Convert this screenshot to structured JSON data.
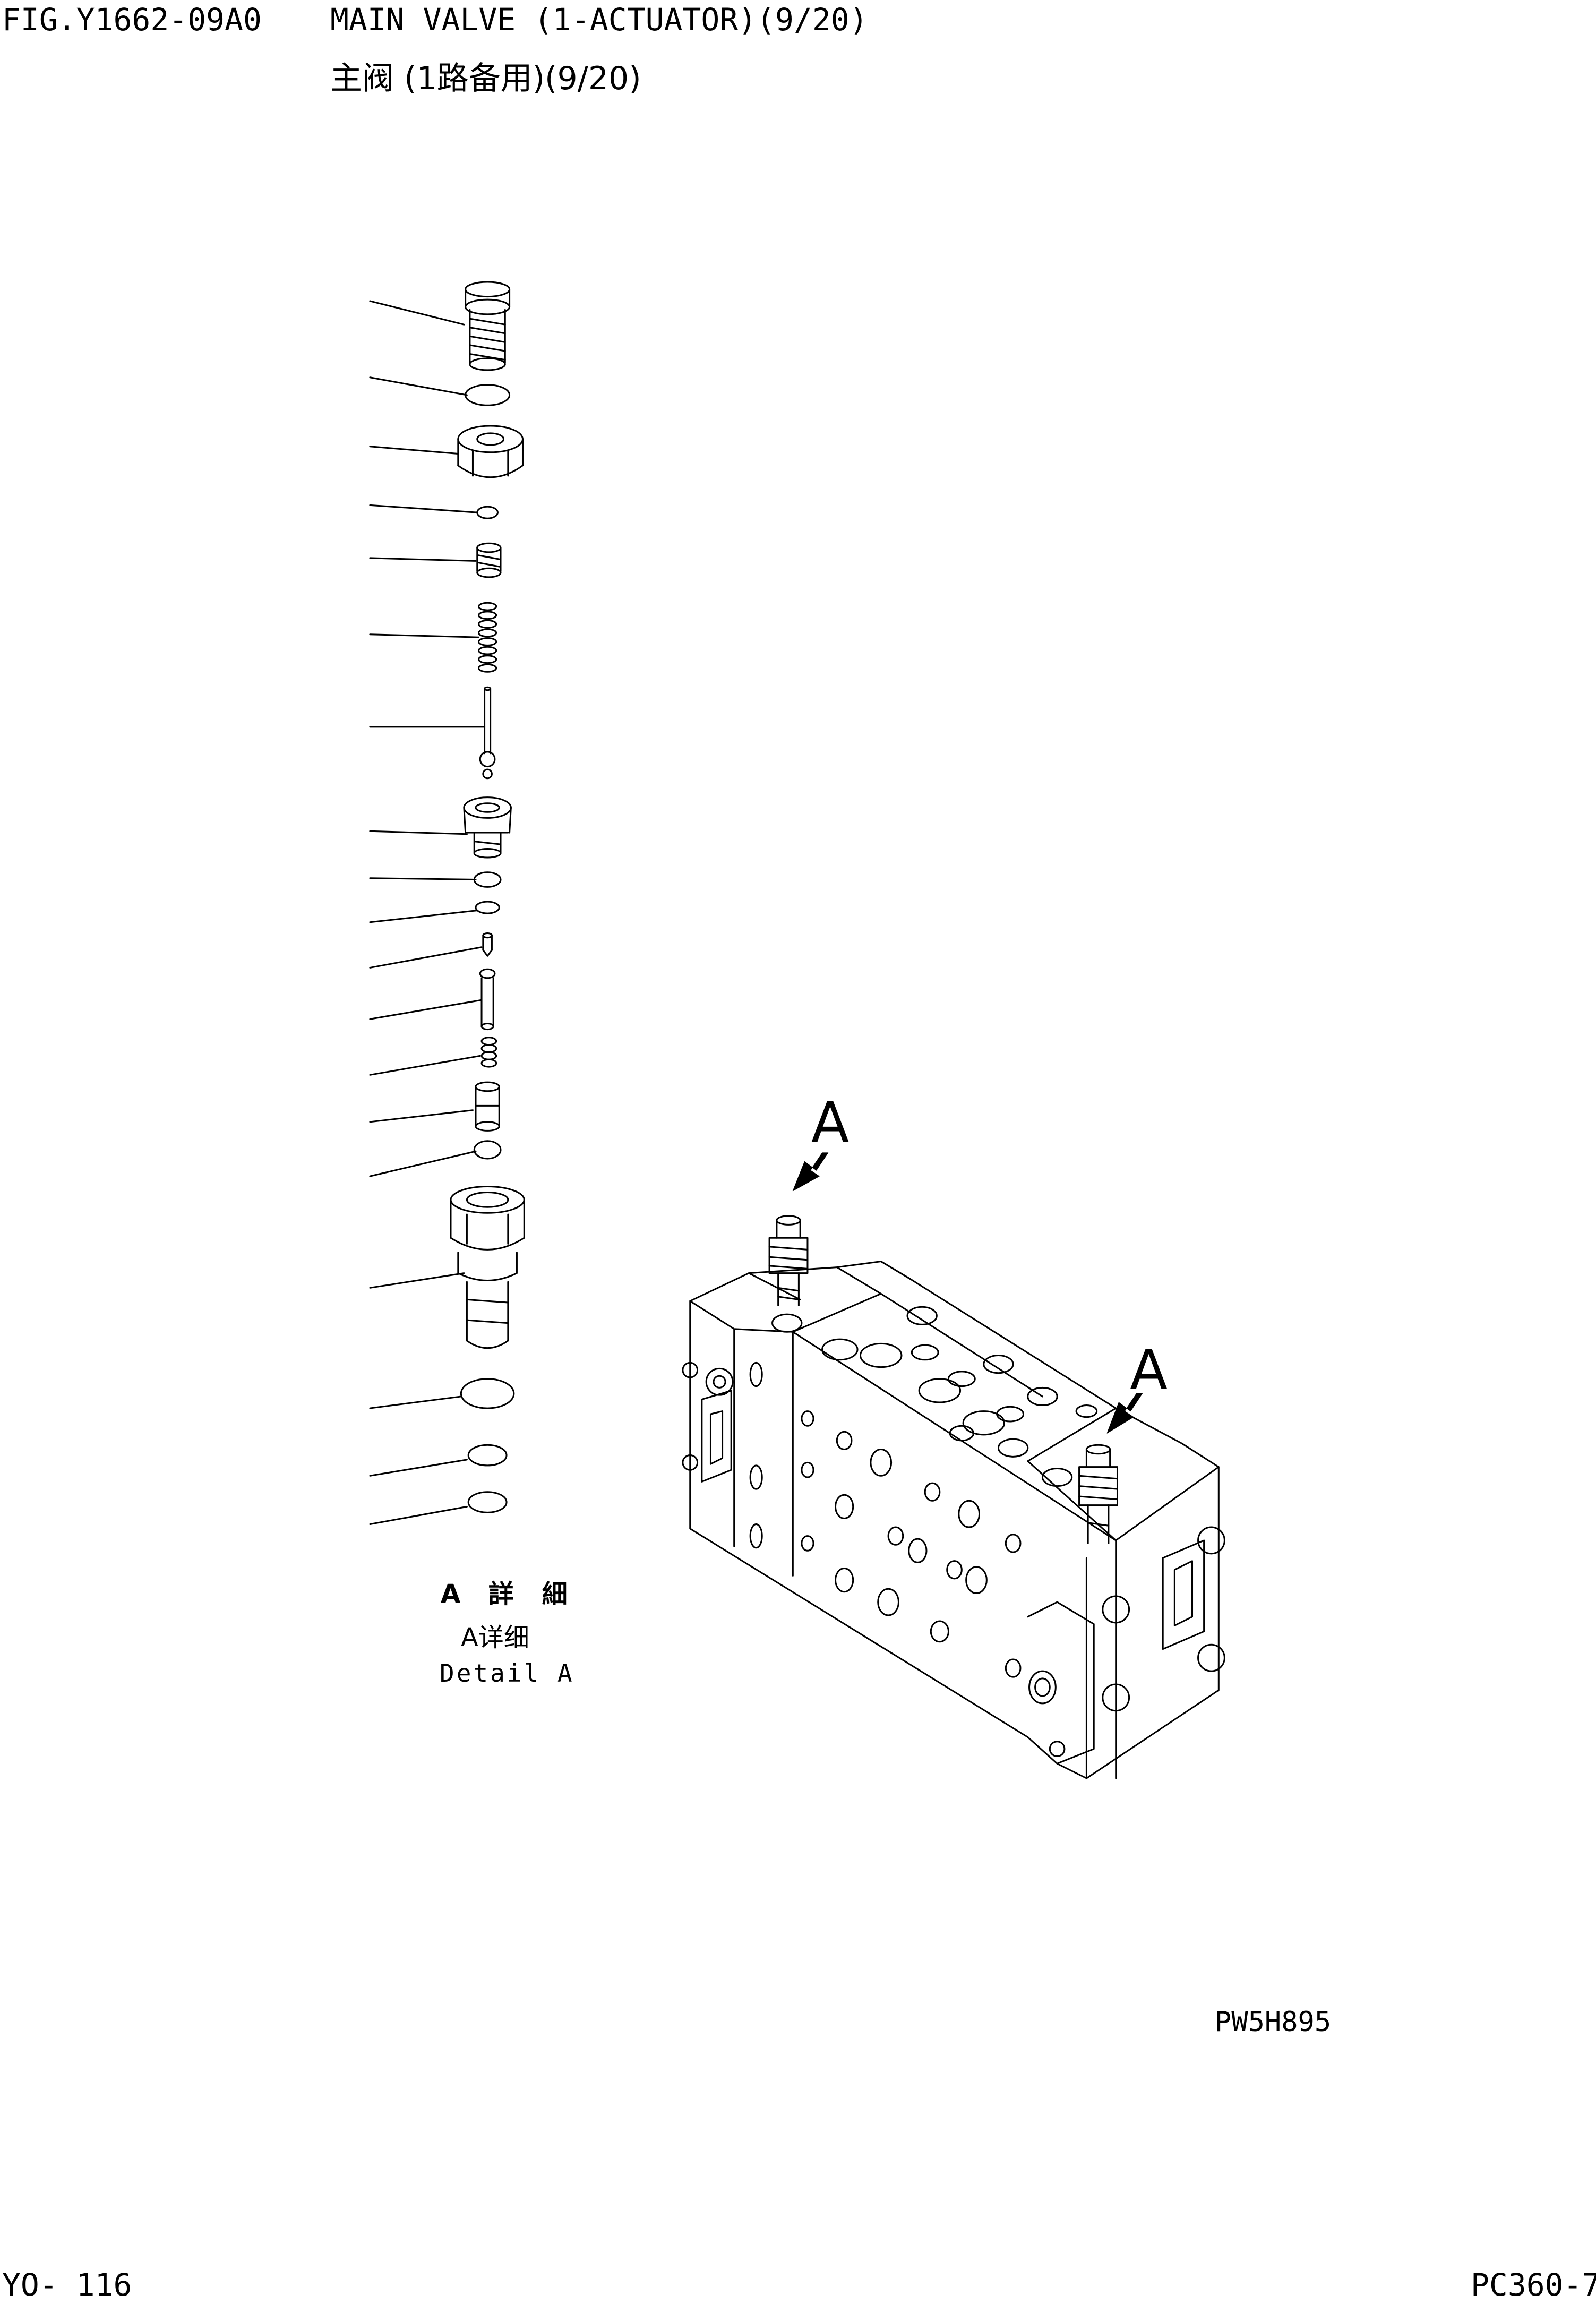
{
  "header": {
    "fig_number": "FIG.Y1662-09A0",
    "title_en": "MAIN VALVE (1-ACTUATOR)(9/20)",
    "title_cn": "主阀 (1路备用)(9/20)"
  },
  "detail": {
    "label_bold": "A 詳 細",
    "label_cn": "A详细",
    "label_en": "Detail A"
  },
  "view_markers": {
    "left": "A",
    "right": "A"
  },
  "drawing_code": "PW5H895",
  "footer": {
    "page_number": "YO- 116",
    "model": "PC360-7"
  },
  "parts": [
    "plug",
    "o-ring",
    "nut",
    "o-ring",
    "poppet",
    "spring",
    "piston",
    "body",
    "backup-ring",
    "o-ring",
    "poppet",
    "piston",
    "spring",
    "sleeve",
    "o-ring",
    "relief-valve-body",
    "o-ring",
    "o-ring",
    "o-ring"
  ]
}
